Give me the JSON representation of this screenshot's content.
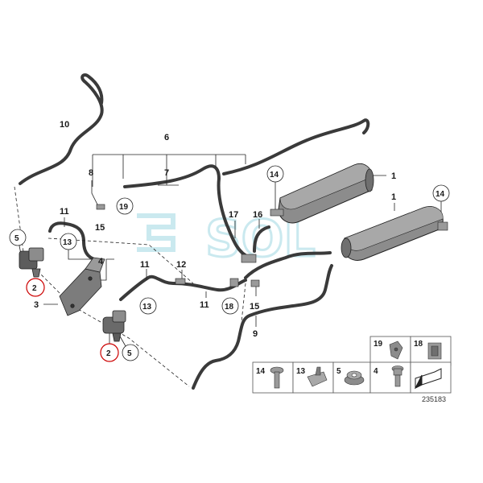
{
  "diagram_id": "235183",
  "watermark_text": "SOL",
  "colors": {
    "line": "#222222",
    "hose": "#3a3a3a",
    "hose_light": "#8a8a8a",
    "part_fill": "#8c8c8c",
    "part_dark": "#5c5c5c",
    "highlight_ring": "#cc0000",
    "watermark": "#9fd8e2"
  },
  "callouts": {
    "c1a": "1",
    "c1b": "1",
    "c2a": "2",
    "c2b": "2",
    "c3": "3",
    "c4": "4",
    "c5a": "5",
    "c5b": "5",
    "c6": "6",
    "c7": "7",
    "c8": "8",
    "c9": "9",
    "c10": "10",
    "c11a": "11",
    "c11b": "11",
    "c11c": "11",
    "c12": "12",
    "c13a": "13",
    "c13b": "13",
    "c14a": "14",
    "c14b": "14",
    "c15a": "15",
    "c15b": "15",
    "c16": "16",
    "c17": "17",
    "c18": "18",
    "c19": "19"
  },
  "legend": {
    "r19": "19",
    "r18": "18",
    "r14": "14",
    "r13": "13",
    "r5": "5",
    "r4": "4"
  }
}
